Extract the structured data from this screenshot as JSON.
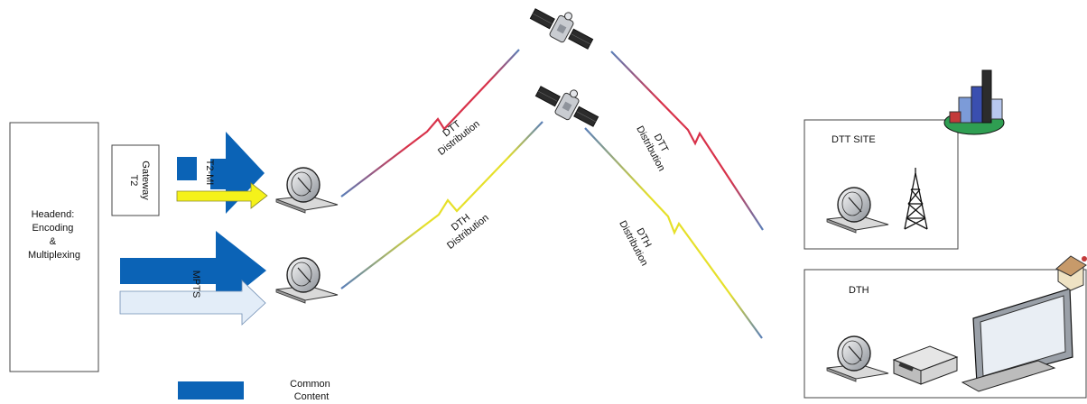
{
  "headend": {
    "lines": [
      "Headend:",
      "Encoding",
      "&",
      "Multiplexing"
    ]
  },
  "gateway": {
    "lines": [
      "T2",
      "Gateway"
    ]
  },
  "arrows": {
    "t2mi": "T2-MI",
    "mpts": "MPTS"
  },
  "links": {
    "dtt_up": [
      "DTT",
      "Distribution"
    ],
    "dth_up": [
      "DTH",
      "Distribution"
    ],
    "dtt_down": [
      "DTT",
      "Distribution"
    ],
    "dth_down": [
      "DTH",
      "Distribution"
    ]
  },
  "sites": {
    "dtt": "DTT SITE",
    "dth": "DTH"
  },
  "legend": {
    "lines": [
      "Common",
      "Content"
    ]
  },
  "colors": {
    "common_content": "#0b63b6",
    "t2mi_arrow": "#f5f21a",
    "mpts_arrow": "#e3edf8",
    "dtt_link": "#d8324a",
    "dth_link": "#e6e02a",
    "link_tail": "#5a7fb8",
    "building_base": "#2f9e52"
  },
  "icons": [
    "satellite-icon",
    "satellite-dish-icon",
    "transmission-tower-icon",
    "city-buildings-icon",
    "house-icon",
    "set-top-box-icon",
    "tv-monitor-icon"
  ]
}
